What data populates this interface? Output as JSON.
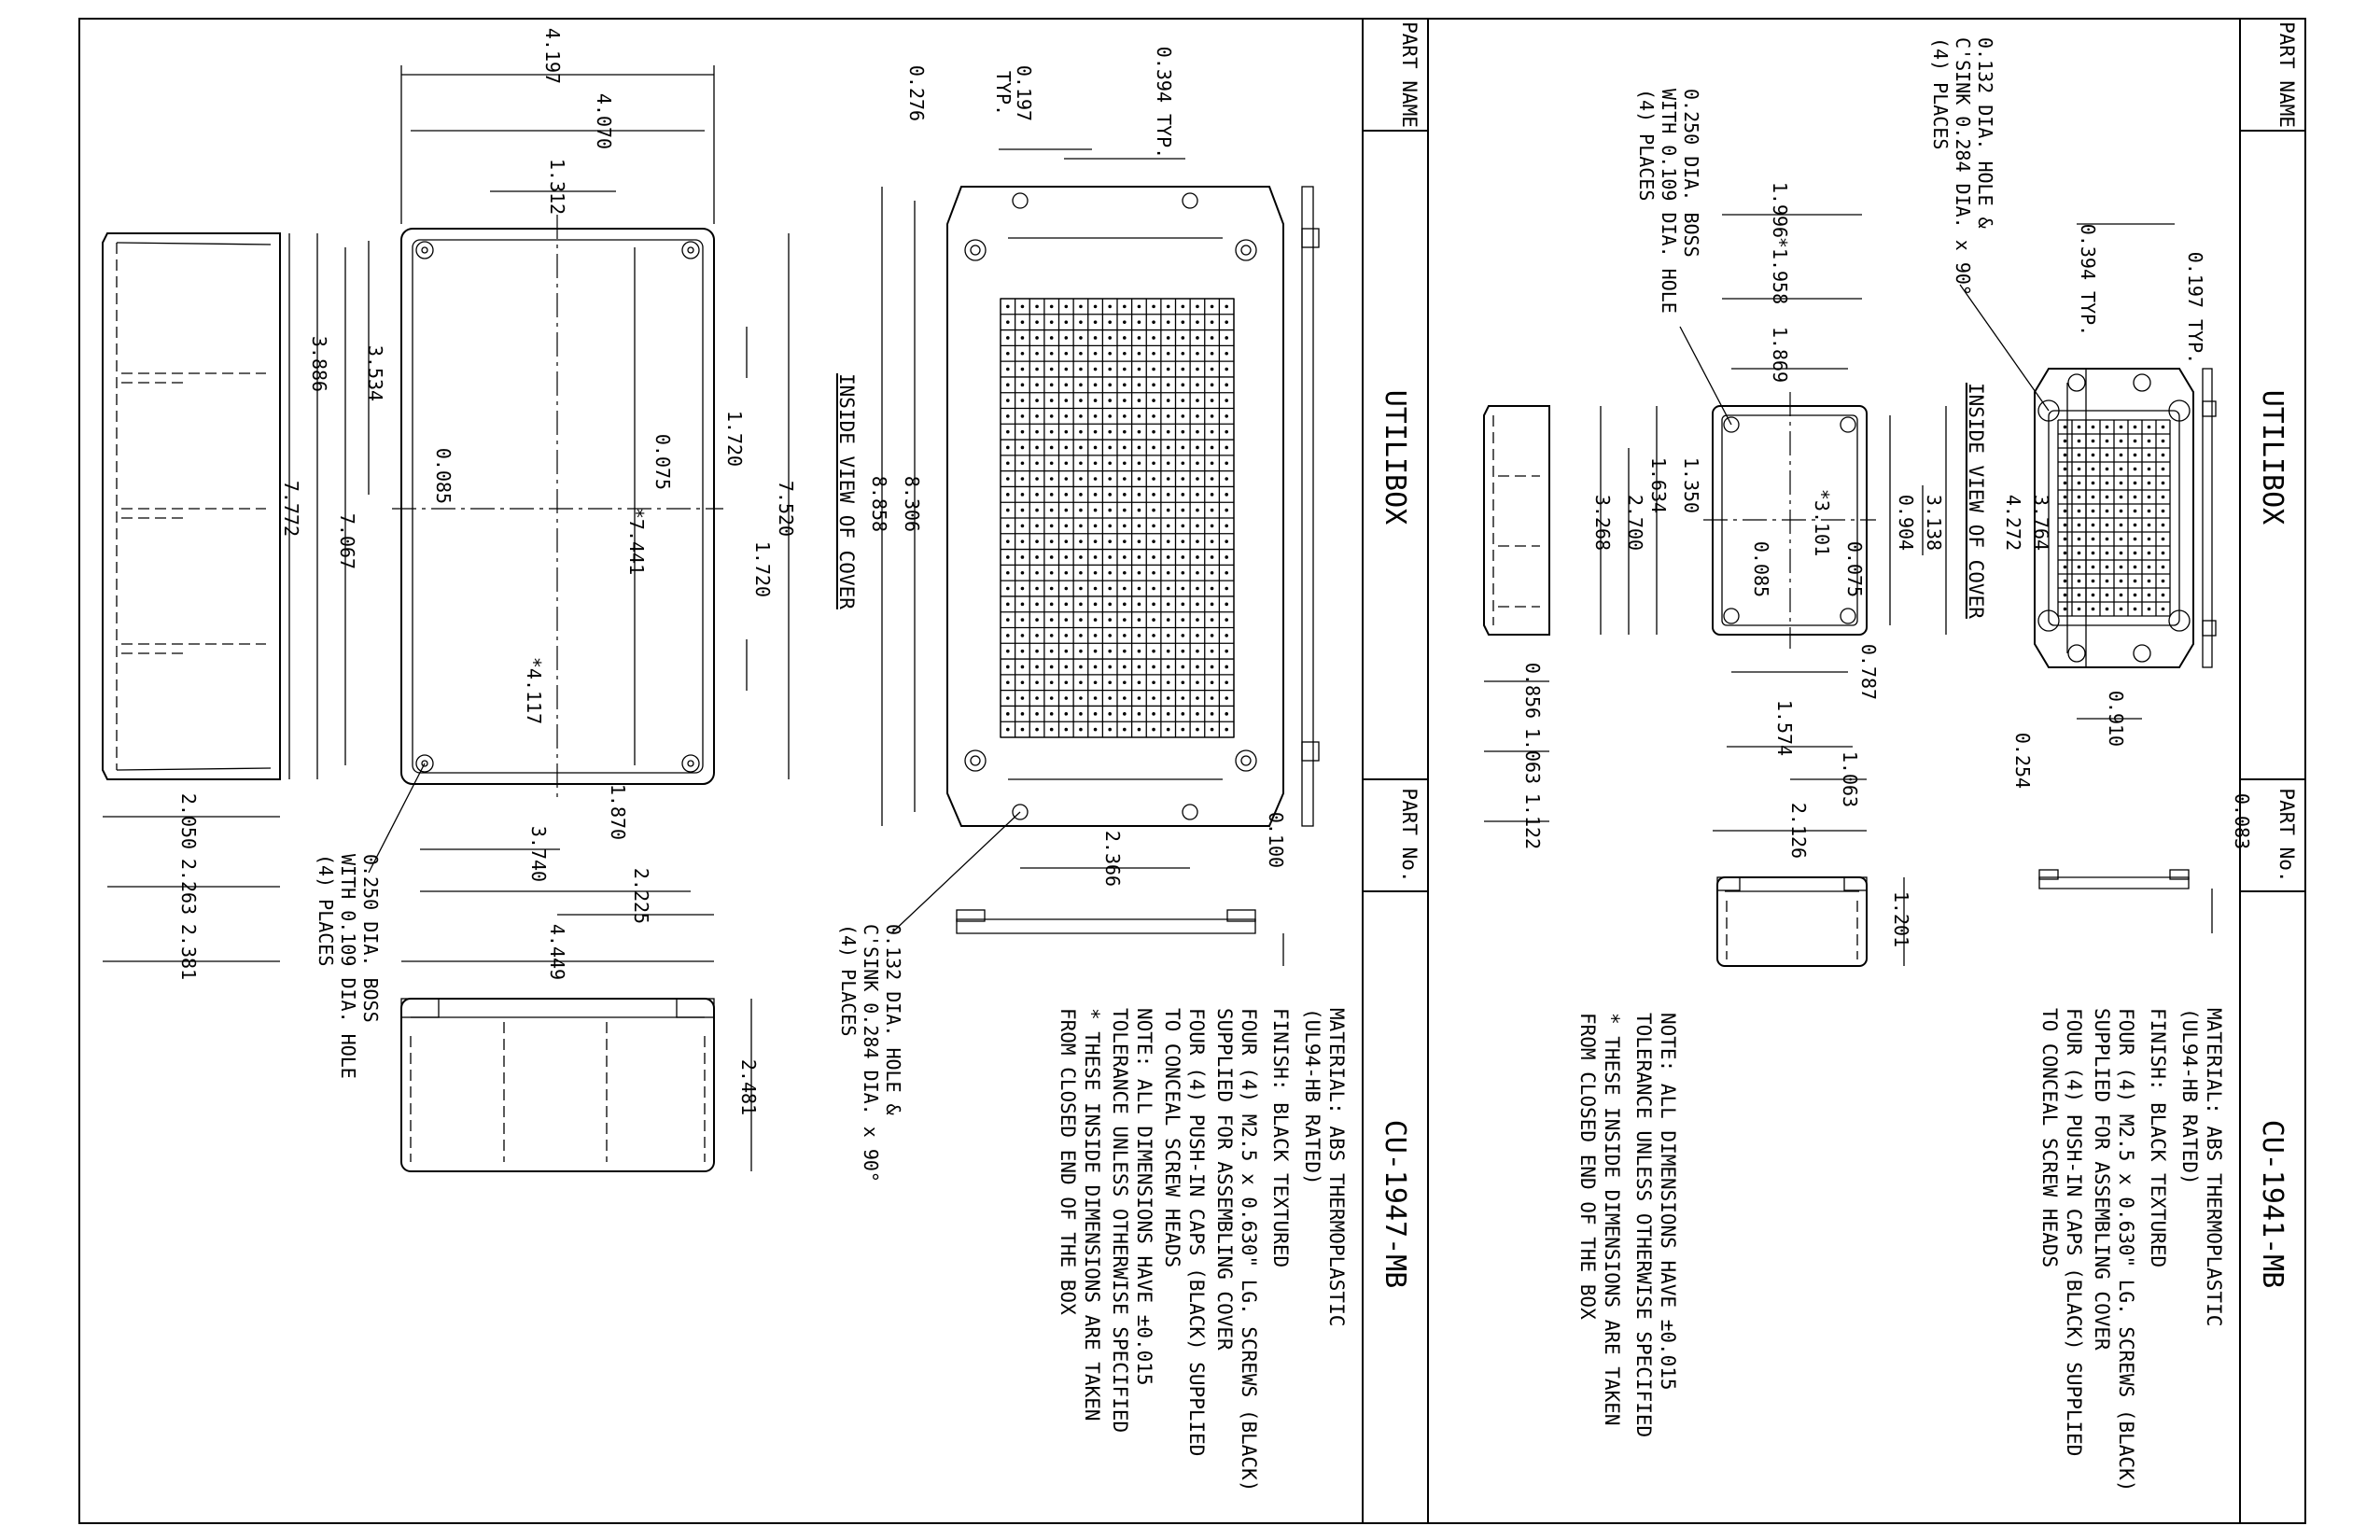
{
  "title_block": {
    "part_name_label": "PART NAME",
    "part_no_label": "PART No.",
    "part_name": "UTILIBOX"
  },
  "sheets": [
    {
      "part_no": "CU-1947-MB",
      "inside_view_label": "INSIDE VIEW OF COVER",
      "boss_note": [
        "0.250 DIA. BOSS",
        "WITH 0.109 DIA. HOLE",
        "(4) PLACES"
      ],
      "hole_note": [
        "0.132 DIA. HOLE &",
        "C'SINK 0.284 DIA. x 90°",
        "(4) PLACES"
      ],
      "notes": [
        "MATERIAL:  ABS THERMOPLASTIC",
        "           (UL94-HB RATED)",
        "FINISH:  BLACK TEXTURED",
        "FOUR (4) M2.5 x 0.630\" LG. SCREWS (BLACK)",
        "  SUPPLIED FOR ASSEMBLING COVER",
        "FOUR (4) PUSH-IN CAPS (BLACK) SUPPLIED",
        "  TO CONCEAL SCREW HEADS",
        "NOTE: ALL DIMENSIONS HAVE ±0.015",
        "  TOLERANCE UNLESS OTHERWISE SPECIFIED",
        "* THESE INSIDE DIMENSIONS ARE TAKEN",
        "  FROM CLOSED END OF THE BOX"
      ],
      "dims": {
        "d4197": "4.197",
        "d4070": "4.070",
        "d1312": "1.312",
        "d0276": "0.276",
        "d0197": "0.197",
        "typ": "TYP.",
        "d0394": "0.394 TYP.",
        "d3886": "3.886",
        "d3534": "3.534",
        "d7772": "7.772",
        "d7067": "7.067",
        "d0085": "0.085",
        "d0075": "0.075",
        "d7441": "*7.441",
        "d4117": "*4.117",
        "d1720a": "1.720",
        "d1720b": "1.720",
        "d7520": "7.520",
        "d8306": "8.306",
        "d8858": "8.858",
        "d1870": "1.870",
        "d3740": "3.740",
        "d2225": "2.225",
        "d4449": "4.449",
        "d2050": "2.050",
        "d2263": "2.263",
        "d2381": "2.381",
        "d2366": "2.366",
        "d0100": "0.100",
        "d2481": "2.481"
      }
    },
    {
      "part_no": "CU-1941-MB",
      "inside_view_label": "INSIDE VIEW OF COVER",
      "boss_note": [
        "0.250 DIA. BOSS",
        "WITH 0.109 DIA. HOLE",
        "(4) PLACES"
      ],
      "hole_note": [
        "0.132 DIA. HOLE &",
        "C'SINK 0.284 DIA. x 90°",
        "(4) PLACES"
      ],
      "notes": [
        "MATERIAL:  ABS THERMOPLASTIC",
        "           (UL94-HB RATED)",
        "FINISH:  BLACK TEXTURED",
        "FOUR (4) M2.5 x 0.630\" LG. SCREWS (BLACK)",
        "  SUPPLIED FOR ASSEMBLING COVER",
        "FOUR (4) PUSH-IN CAPS (BLACK) SUPPLIED",
        "  TO CONCEAL SCREW HEADS"
      ],
      "notes_bottom": [
        "NOTE: ALL DIMENSIONS HAVE ±0.015",
        "  TOLERANCE UNLESS OTHERWISE SPECIFIED",
        "* THESE INSIDE DIMENSIONS ARE TAKEN",
        "  FROM CLOSED END OF THE BOX"
      ],
      "dims": {
        "d0197": "0.197 TYP.",
        "d0394": "0.394 TYP.",
        "d1996": "1.996",
        "d1958": "*1.958",
        "d1869": "1.869",
        "d1350": "1.350",
        "d1634": "1.634",
        "d2700": "2.700",
        "d3268": "3.268",
        "d3101": "*3.101",
        "d0904": "0.904",
        "d3138": "3.138",
        "d0085": "0.085",
        "d0075": "0.075",
        "d0787": "0.787",
        "d3764": "3.764",
        "d4272": "4.272",
        "d0910": "0.910",
        "d0254": "0.254",
        "d0083": "0.083",
        "d0856": "0.856",
        "d1063a": "1.063",
        "d1122": "1.122",
        "d1574": "1.574",
        "d1063b": "1.063",
        "d2126": "2.126",
        "d1201": "1.201"
      }
    }
  ]
}
